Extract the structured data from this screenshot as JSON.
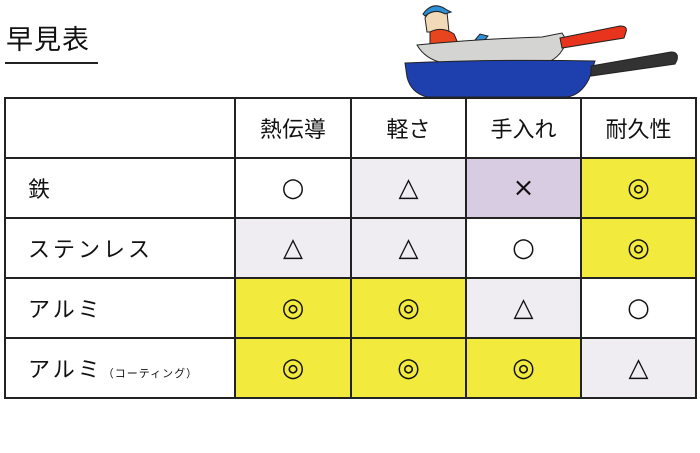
{
  "title": "早見表",
  "colors": {
    "white": "#ffffff",
    "light": "#efedf2",
    "purple": "#d8cce3",
    "yellow": "#f2ea3c"
  },
  "headers": [
    "熱伝導",
    "軽さ",
    "手入れ",
    "耐久性"
  ],
  "rows": [
    {
      "label": "鉄",
      "note": "",
      "cells": [
        "○",
        "△",
        "×",
        "◎"
      ]
    },
    {
      "label": "ステンレス",
      "note": "",
      "cells": [
        "△",
        "△",
        "○",
        "◎"
      ]
    },
    {
      "label": "アルミ",
      "note": "",
      "cells": [
        "◎",
        "◎",
        "△",
        "○"
      ]
    },
    {
      "label": "アルミ",
      "note": "（コーティング）",
      "cells": [
        "◎",
        "◎",
        "◎",
        "△"
      ]
    }
  ]
}
